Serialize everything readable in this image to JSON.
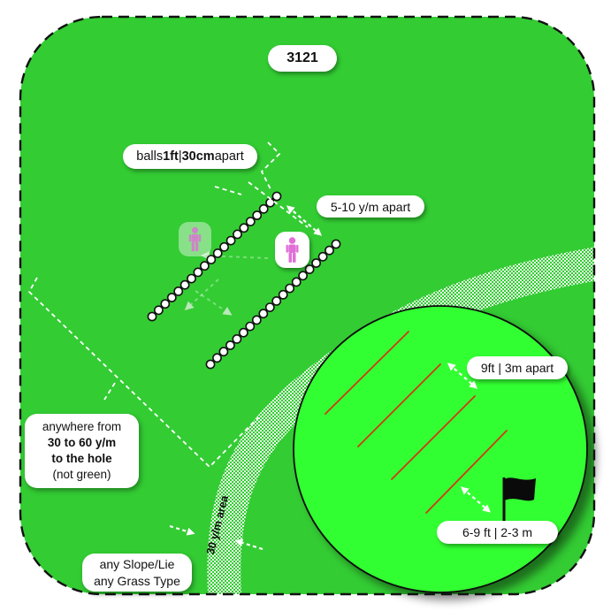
{
  "title_badge": "3121",
  "labels": {
    "balls_spacing": {
      "prefix": "balls ",
      "value1": "1ft",
      "separator": " | ",
      "value2": "30cm",
      "suffix": " apart"
    },
    "row_spacing": "5-10 y/m apart",
    "green_line_spacing": "9ft | 3m apart",
    "hole_distance": "6-9 ft | 2-3 m",
    "zone": {
      "line1": "anywhere from",
      "line2": "30 to 60 y/m",
      "line3": "to the hole",
      "line4": "(not green)"
    },
    "conditions": {
      "line1": "any Slope/Lie",
      "line2": "any Grass Type"
    },
    "band": "30 y/m area"
  },
  "scene": {
    "colors": {
      "field": "#33cc33",
      "green": "#33ff33",
      "ball_fill": "#ffffff",
      "ball_stroke": "#111111",
      "person_pink": "#e06fd8",
      "red_line": "#cc3b16",
      "flag": "#0a0a0a"
    },
    "ball_rows": [
      {
        "count": 20
      },
      {
        "count": 20
      }
    ],
    "green_lines_count": 4
  }
}
